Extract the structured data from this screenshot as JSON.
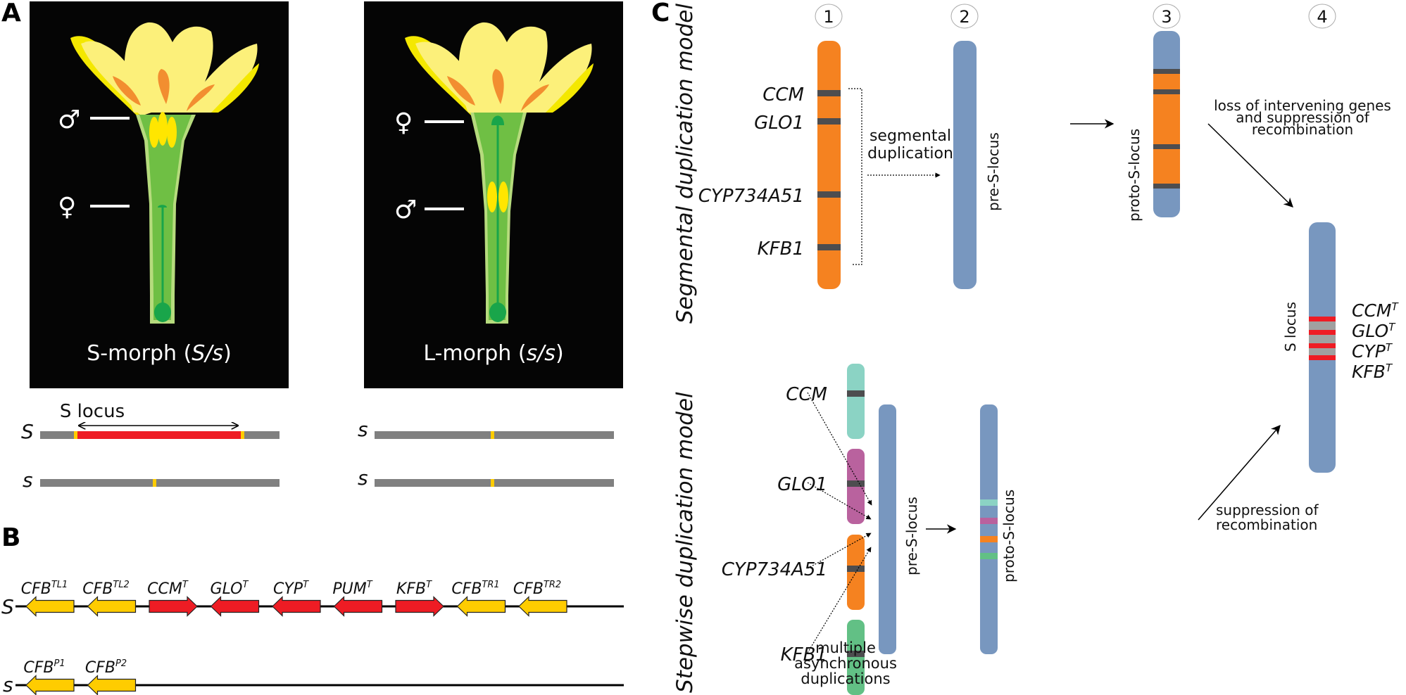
{
  "panels": {
    "A": {
      "letter": "A",
      "flowers": [
        {
          "caption_prefix": "S-morph (",
          "caption_genotype": "S/s",
          "caption_suffix": ")",
          "upper_symbol": "♂",
          "lower_symbol": "♀"
        },
        {
          "caption_prefix": "L-morph (",
          "caption_genotype": "s/s",
          "caption_suffix": ")",
          "upper_symbol": "♀",
          "lower_symbol": "♂"
        }
      ],
      "locus_label": "S locus",
      "haplotypes": {
        "smorph": [
          {
            "label": "S",
            "has_s_locus": true
          },
          {
            "label": "s",
            "has_s_locus": false
          }
        ],
        "lmorph": [
          {
            "label": "s",
            "has_s_locus": false
          },
          {
            "label": "s",
            "has_s_locus": false
          }
        ]
      }
    },
    "B": {
      "letter": "B",
      "S_label": "S",
      "s_label": "s",
      "S_genes": [
        {
          "name": "CFB",
          "sup": "TL1",
          "dir": "left",
          "color": "#ffcc00"
        },
        {
          "name": "CFB",
          "sup": "TL2",
          "dir": "left",
          "color": "#ffcc00"
        },
        {
          "name": "CCM",
          "sup": "T",
          "dir": "right",
          "color": "#ee1c24"
        },
        {
          "name": "GLO",
          "sup": "T",
          "dir": "left",
          "color": "#ee1c24"
        },
        {
          "name": "CYP",
          "sup": "T",
          "dir": "left",
          "color": "#ee1c24"
        },
        {
          "name": "PUM",
          "sup": "T",
          "dir": "left",
          "color": "#ee1c24"
        },
        {
          "name": "KFB",
          "sup": "T",
          "dir": "right",
          "color": "#ee1c24"
        },
        {
          "name": "CFB",
          "sup": "TR1",
          "dir": "left",
          "color": "#ffcc00"
        },
        {
          "name": "CFB",
          "sup": "TR2",
          "dir": "left",
          "color": "#ffcc00"
        }
      ],
      "s_genes": [
        {
          "name": "CFB",
          "sup": "P1",
          "dir": "left",
          "color": "#ffcc00"
        },
        {
          "name": "CFB",
          "sup": "P2",
          "dir": "left",
          "color": "#ffcc00"
        }
      ]
    },
    "C": {
      "letter": "C",
      "steps": [
        "1",
        "2",
        "3",
        "4"
      ],
      "segmental": {
        "title": "Segmental duplication model",
        "genes": [
          "CCM",
          "GLO1",
          "CYP734A51",
          "KFB1"
        ],
        "dup_label_1": "segmental",
        "dup_label_2": "duplication",
        "pre_label": "pre-S-locus",
        "proto_label": "proto-S-locus",
        "loss_label_1": "loss of intervening genes",
        "loss_label_2": "and suppression of",
        "loss_label_3": "recombination"
      },
      "stepwise": {
        "title": "Stepwise duplication model",
        "genes": [
          "CCM",
          "GLO1",
          "CYP734A51",
          "KFB1"
        ],
        "gene_colors": [
          "#8bd3c4",
          "#b9629e",
          "#f58220",
          "#62c085"
        ],
        "multi_label_1": "multiple",
        "multi_label_2": "asynchronous",
        "multi_label_3": "duplications",
        "pre_label": "pre-S-locus",
        "proto_label": "proto-S-locus",
        "supp_label_1": "suppression of",
        "supp_label_2": "recombination"
      },
      "final": {
        "label": "S locus",
        "genes": [
          {
            "name": "CCM",
            "sup": "T"
          },
          {
            "name": "GLO",
            "sup": "T"
          },
          {
            "name": "CYP",
            "sup": "T"
          },
          {
            "name": "KFB",
            "sup": "T"
          }
        ]
      }
    }
  },
  "colors": {
    "chromosome_blue": "#7897bf",
    "orange": "#f58220",
    "red": "#ee1c24",
    "yellow": "#ffcc00",
    "band_dark": "#4d4d4f",
    "grey_bar": "#808080"
  }
}
